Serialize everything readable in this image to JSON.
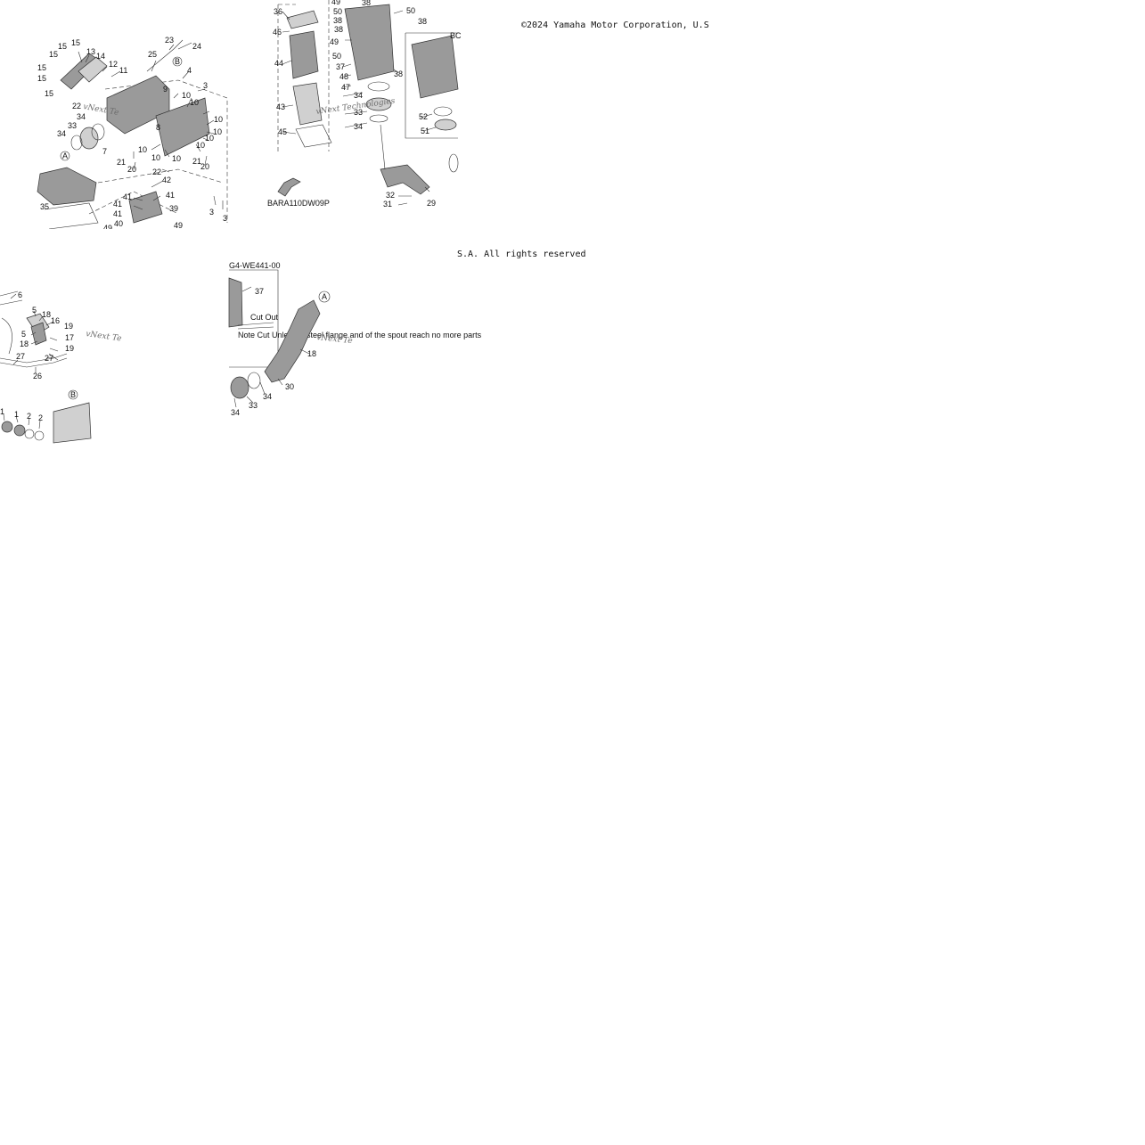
{
  "copyright": {
    "line1": "©2024 Yamaha Motor Corporation, U.S",
    "line2": "S.A. All rights reserved"
  },
  "watermark": "vNext Technologies",
  "watermark_short": "vNext Te",
  "diagram_code": "BARA110DW09P",
  "sub_diagram_code": "G4-WE441-00",
  "detail_note": {
    "title": "Cut Out",
    "body": "Note\nCut Unless is steel flange\nand of the spout reach\nno more parts"
  },
  "reference_marks": {
    "a": "A",
    "b": "B",
    "bc": "BC"
  },
  "tile1_labels": [
    "15",
    "15",
    "13",
    "15",
    "14",
    "15",
    "12",
    "11",
    "15",
    "23",
    "24",
    "25",
    "B",
    "4",
    "15",
    "9",
    "3",
    "10",
    "22",
    "10",
    "34",
    "8",
    "10",
    "33",
    "10",
    "34",
    "10",
    "7",
    "10",
    "A",
    "21",
    "10",
    "20",
    "10",
    "21",
    "20",
    "22",
    "42",
    "35",
    "41",
    "41",
    "39",
    "41",
    "40",
    "49",
    "49",
    "3",
    "3"
  ],
  "tile2_labels": [
    "36",
    "49",
    "38",
    "50",
    "38",
    "46",
    "38",
    "49",
    "44",
    "50",
    "37",
    "48",
    "47",
    "34",
    "43",
    "33",
    "45",
    "34",
    "38",
    "50",
    "52",
    "51",
    "32",
    "31",
    "29"
  ],
  "tile3_labels": [
    "6",
    "5",
    "18",
    "16",
    "5",
    "18",
    "19",
    "17",
    "19",
    "27",
    "27",
    "26",
    "B",
    "1",
    "1",
    "2",
    "2"
  ],
  "tile4_labels": [
    "37",
    "A",
    "18",
    "34",
    "30",
    "34",
    "33"
  ]
}
